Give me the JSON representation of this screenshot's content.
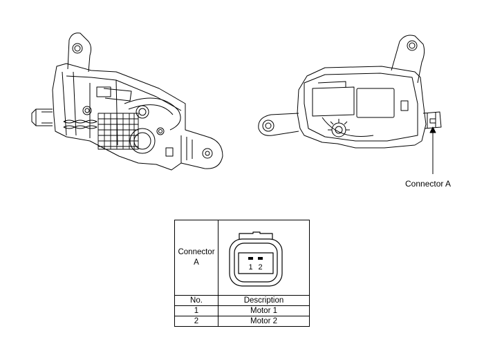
{
  "callout": {
    "label": "Connector A"
  },
  "table": {
    "connector_line1": "Connector",
    "connector_line2": "A",
    "header": {
      "no": "No.",
      "description": "Description"
    },
    "rows": [
      {
        "no": "1",
        "description": "Motor 1"
      },
      {
        "no": "2",
        "description": "Motor 2"
      }
    ],
    "pin_labels": [
      "1",
      "2"
    ]
  }
}
